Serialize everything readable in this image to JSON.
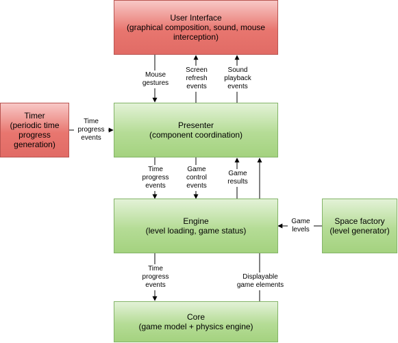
{
  "boxes": {
    "user_interface": "User Interface\n(graphical composition, sound, mouse interception)",
    "timer": "Timer\n(periodic time progress generation)",
    "presenter": "Presenter\n(component coordination)",
    "engine": "Engine\n(level loading, game status)",
    "space_factory": "Space factory\n(level generator)",
    "core": "Core\n(game model + physics engine)"
  },
  "edge_labels": {
    "mouse_gestures": "Mouse\ngestures",
    "screen_refresh_events": "Screen\nrefresh\nevents",
    "sound_playback_events": "Sound\nplayback\nevents",
    "timer_time_progress_events": "Time\nprogress\nevents",
    "presenter_time_progress_events": "Time\nprogress\nevents",
    "game_control_events": "Game\ncontrol\nevents",
    "game_results": "Game\nresults",
    "game_levels": "Game\nlevels",
    "engine_time_progress_events": "Time\nprogress\nevents",
    "displayable_game_elements": "Displayable\ngame elements"
  },
  "colors": {
    "red_fill": "#e8766f",
    "red_border": "#b85450",
    "green_fill": "#b5dc96",
    "green_border": "#82b366",
    "edge": "#000000"
  }
}
